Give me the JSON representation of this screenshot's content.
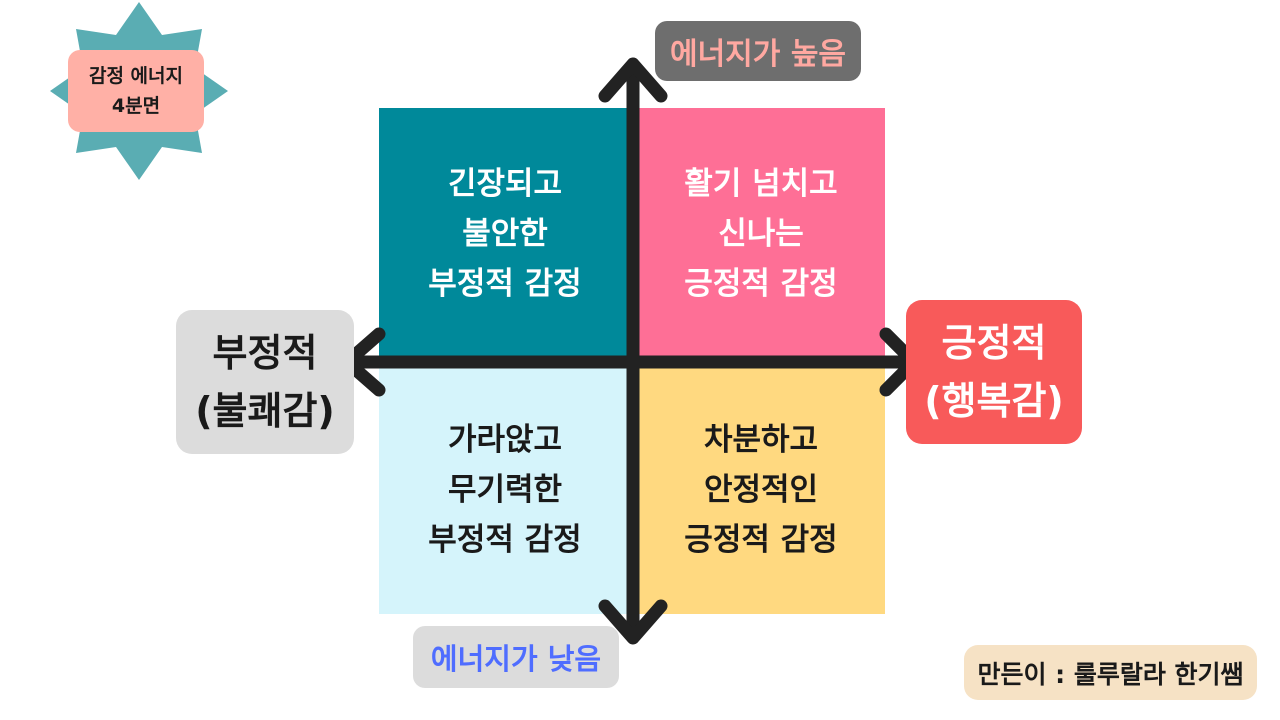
{
  "badge": {
    "line1": "감정 에너지",
    "line2": "4분면",
    "star_color": "#5aadb3"
  },
  "axis": {
    "top_label": "에너지가 높음",
    "bottom_label": "에너지가 낮음",
    "left_label": {
      "line1": "부정적",
      "line2": "(불쾌감)"
    },
    "right_label": {
      "line1": "긍정적",
      "line2": "(행복감)"
    },
    "color": "#222222"
  },
  "quadrants": {
    "top_left": {
      "lines": [
        "긴장되고",
        "불안한",
        "부정적 감정"
      ],
      "color": "#00899a"
    },
    "top_right": {
      "lines": [
        "활기 넘치고",
        "신나는",
        "긍정적 감정"
      ],
      "color": "#fe6f96"
    },
    "bottom_left": {
      "lines": [
        "가라앉고",
        "무기력한",
        "부정적 감정"
      ],
      "color": "#d5f4fb"
    },
    "bottom_right": {
      "lines": [
        "차분하고",
        "안정적인",
        "긍정적 감정"
      ],
      "color": "#ffd980"
    }
  },
  "credit": "만든이 : 룰루랄라 한기쌤"
}
